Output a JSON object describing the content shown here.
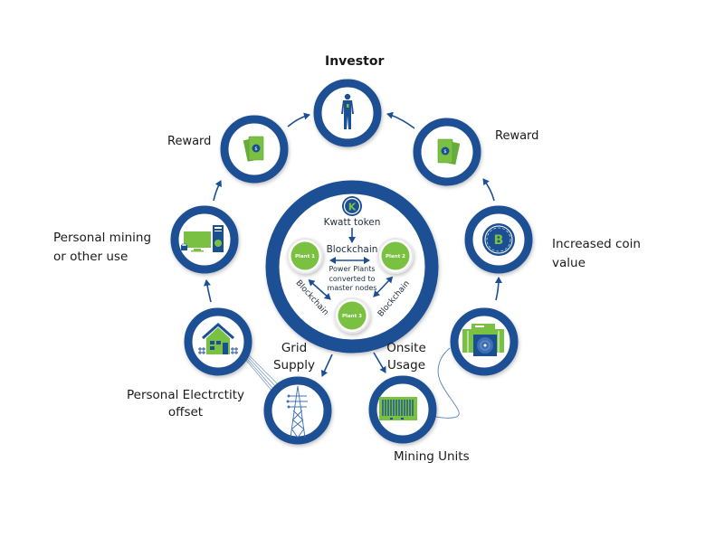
{
  "colors": {
    "ring_blue": "#1b4f93",
    "arrow_blue": "#1b4f93",
    "icon_green": "#7ac143",
    "plant_green": "#7ac143",
    "text_dark": "#1a1a1a",
    "background": "#ffffff"
  },
  "center_hub": {
    "token_badge_letter": "K",
    "token_label": "Kwatt token",
    "blockchain_top_label": "Blockchain",
    "description_lines": [
      "Power Plants",
      "converted to",
      "master nodes"
    ],
    "blockchain_left_label": "Blockchain",
    "blockchain_right_label": "Blockchain",
    "plants": [
      {
        "id": "plant-1",
        "label": "Plant 1"
      },
      {
        "id": "plant-2",
        "label": "Plant 2"
      },
      {
        "id": "plant-3",
        "label": "Plant 3"
      }
    ]
  },
  "nodes": [
    {
      "id": "investor",
      "icon": "person-icon",
      "label": "Investor"
    },
    {
      "id": "reward-right",
      "icon": "cash-icon",
      "label": "Reward"
    },
    {
      "id": "coin-value",
      "icon": "bitcoin-coin-icon",
      "label_lines": [
        "Increased coin",
        "value"
      ]
    },
    {
      "id": "miner",
      "icon": "asic-miner-icon",
      "label": ""
    },
    {
      "id": "mining-units",
      "icon": "shipping-container-icon",
      "label": "Mining Units"
    },
    {
      "id": "grid-tower",
      "icon": "power-tower-icon",
      "label": ""
    },
    {
      "id": "house",
      "icon": "house-icon",
      "label_lines": [
        "Personal Electrctity",
        "offset"
      ]
    },
    {
      "id": "pc",
      "icon": "computer-icon",
      "label_lines": [
        "Personal mining",
        "or other use"
      ]
    },
    {
      "id": "reward-left",
      "icon": "cash-icon",
      "label": "Reward"
    }
  ],
  "flow_labels": {
    "grid_supply_lines": [
      "Grid",
      "Supply"
    ],
    "onsite_usage_lines": [
      "Onsite",
      "Usage"
    ]
  }
}
